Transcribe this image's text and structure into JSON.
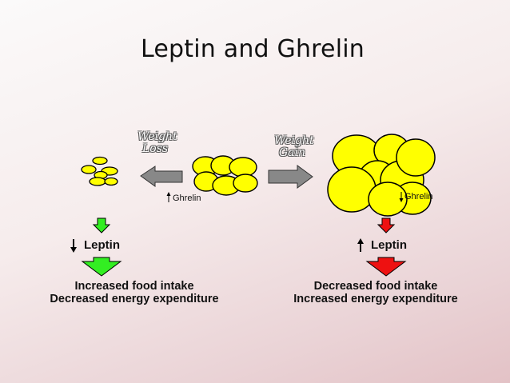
{
  "title": "Leptin and Ghrelin",
  "left": {
    "process_label_line1": "Weight",
    "process_label_line2": "Loss",
    "ghrelin_label": "Ghrelin",
    "ghrelin_direction": "up",
    "leptin_label": "Leptin",
    "leptin_direction": "down",
    "outcome_line1": "Increased food intake",
    "outcome_line2": "Decreased energy expenditure"
  },
  "right": {
    "process_label_line1": "Weight",
    "process_label_line2": "Gain",
    "ghrelin_label": "Ghrelin",
    "ghrelin_direction": "down",
    "leptin_label": "Leptin",
    "leptin_direction": "up",
    "outcome_line1": "Decreased food intake",
    "outcome_line2": "Increased energy expenditure"
  },
  "colors": {
    "fat_cell": "#ffff00",
    "left_arrows": "#33ee22",
    "right_arrows": "#ee1111",
    "process_arrow": "#888888"
  }
}
